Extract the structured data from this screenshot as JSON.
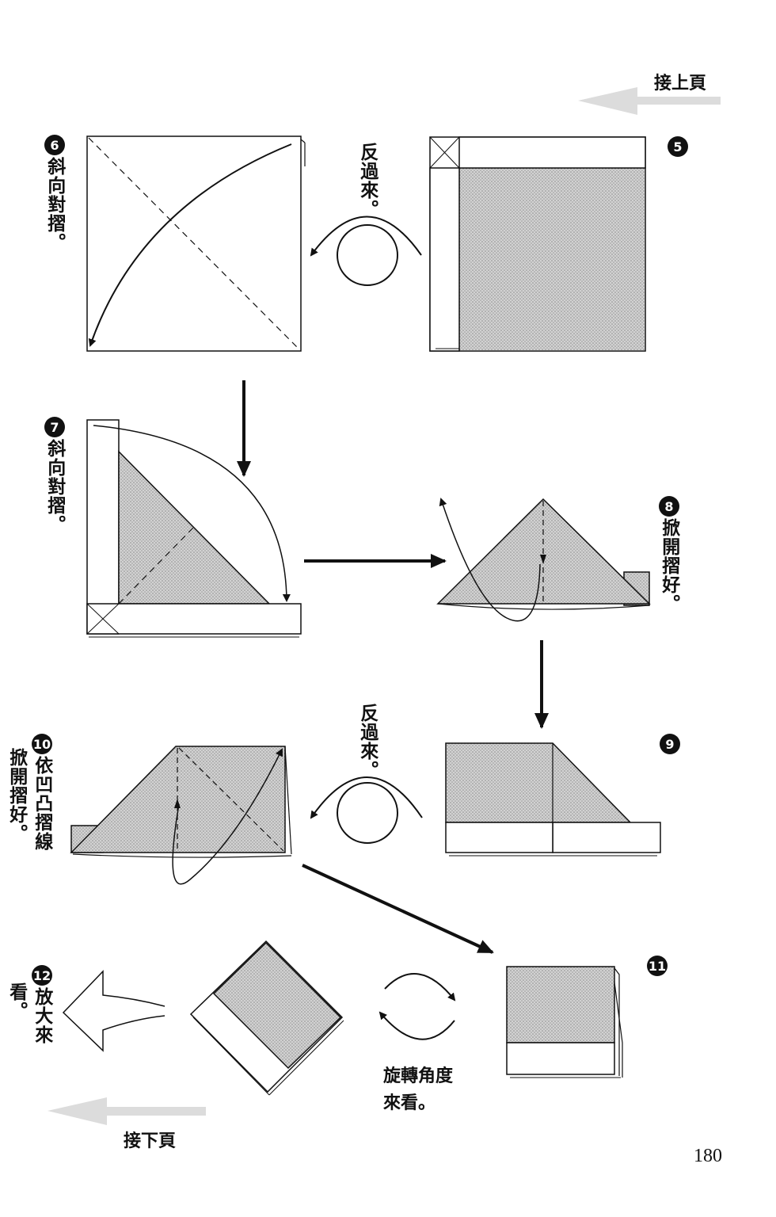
{
  "nav": {
    "continue_from": "接上頁",
    "continue_to": "接下頁"
  },
  "page_number": "180",
  "flip_note": "反過來。",
  "rotate_note": {
    "line1": "旋轉角度",
    "line2": "來看。"
  },
  "steps": [
    {
      "number": "5",
      "text": ""
    },
    {
      "number": "6",
      "text": "斜向對摺。"
    },
    {
      "number": "7",
      "text": "斜向對摺。"
    },
    {
      "number": "8",
      "text": "掀開摺好。"
    },
    {
      "number": "9",
      "text": ""
    },
    {
      "number": "10",
      "text": "依凹凸摺線",
      "text2": "掀開摺好。"
    },
    {
      "number": "11",
      "text": ""
    },
    {
      "number": "12",
      "text": "放大來",
      "text2": "看。"
    }
  ],
  "colors": {
    "ink": "#111111",
    "paper_shade": "#c9c9c9",
    "nav_arrow": "#dcdcdc"
  }
}
